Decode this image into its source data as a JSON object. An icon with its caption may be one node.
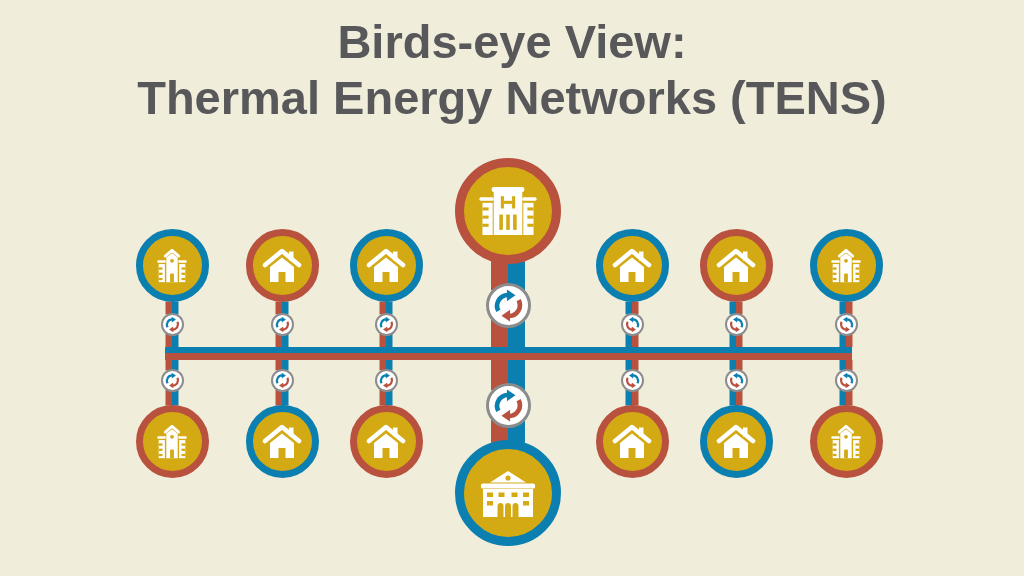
{
  "diagram": {
    "title": "Birds-eye View: Thermal Energy Networks (TENS)",
    "nodes": [
      {
        "text": [],
        "shape": "circle"
      },
      {
        "text": [],
        "shape": "circle"
      },
      {
        "text": [],
        "shape": "circle"
      },
      {
        "text": [],
        "shape": "circle"
      },
      {
        "text": [],
        "shape": "circle"
      },
      {
        "text": [],
        "shape": "circle"
      },
      {
        "text": [],
        "shape": "circle"
      },
      {
        "text": [],
        "shape": "circle"
      },
      {
        "text": [],
        "shape": "circle"
      },
      {
        "text": [],
        "shape": "circle"
      },
      {
        "text": [],
        "shape": "circle"
      },
      {
        "text": [],
        "shape": "circle"
      },
      {
        "text": [],
        "shape": "circle"
      },
      {
        "text": [],
        "shape": "circle"
      },
      {
        "text": [],
        "shape": "bar"
      },
      {
        "text": [],
        "shape": "circle"
      },
      {
        "text": [],
        "shape": "circle"
      },
      {
        "text": [],
        "shape": "circle"
      },
      {
        "text": [],
        "shape": "circle"
      },
      {
        "text": [],
        "shape": "circle"
      },
      {
        "text": [],
        "shape": "circle"
      },
      {
        "text": [],
        "shape": "circle"
      },
      {
        "text": [],
        "shape": "circle"
      },
      {
        "text": [],
        "shape": "circle"
      },
      {
        "text": [],
        "shape": "circle"
      },
      {
        "text": [],
        "shape": "circle"
      },
      {
        "text": [],
        "shape": "circle"
      },
      {
        "text": [],
        "shape": "circle"
      },
      {
        "text": [],
        "shape": "circle"
      }
    ],
    "edges": [
      {
        "from": 0,
        "to": 7,
        "arrow": "none"
      },
      {
        "from": 7,
        "to": 14,
        "arrow": "none"
      },
      {
        "from": 14,
        "to": 15,
        "arrow": "none"
      },
      {
        "from": 15,
        "to": 22,
        "arrow": "none"
      },
      {
        "from": 1,
        "to": 8,
        "arrow": "none"
      },
      {
        "from": 8,
        "to": 14,
        "arrow": "none"
      },
      {
        "from": 14,
        "to": 16,
        "arrow": "none"
      },
      {
        "from": 16,
        "to": 23,
        "arrow": "none"
      },
      {
        "from": 2,
        "to": 9,
        "arrow": "none"
      },
      {
        "from": 9,
        "to": 14,
        "arrow": "none"
      },
      {
        "from": 14,
        "to": 17,
        "arrow": "none"
      },
      {
        "from": 17,
        "to": 24,
        "arrow": "none"
      },
      {
        "from": 3,
        "to": 10,
        "arrow": "none"
      },
      {
        "from": 10,
        "to": 14,
        "arrow": "none"
      },
      {
        "from": 14,
        "to": 18,
        "arrow": "none"
      },
      {
        "from": 18,
        "to": 25,
        "arrow": "none"
      },
      {
        "from": 4,
        "to": 11,
        "arrow": "none"
      },
      {
        "from": 11,
        "to": 14,
        "arrow": "none"
      },
      {
        "from": 14,
        "to": 19,
        "arrow": "none"
      },
      {
        "from": 19,
        "to": 26,
        "arrow": "none"
      },
      {
        "from": 5,
        "to": 12,
        "arrow": "none"
      },
      {
        "from": 12,
        "to": 14,
        "arrow": "none"
      },
      {
        "from": 14,
        "to": 20,
        "arrow": "none"
      },
      {
        "from": 20,
        "to": 27,
        "arrow": "none"
      },
      {
        "from": 6,
        "to": 13,
        "arrow": "none"
      },
      {
        "from": 13,
        "to": 14,
        "arrow": "none"
      },
      {
        "from": 14,
        "to": 21,
        "arrow": "none"
      },
      {
        "from": 21,
        "to": 28,
        "arrow": "none"
      }
    ]
  }
}
